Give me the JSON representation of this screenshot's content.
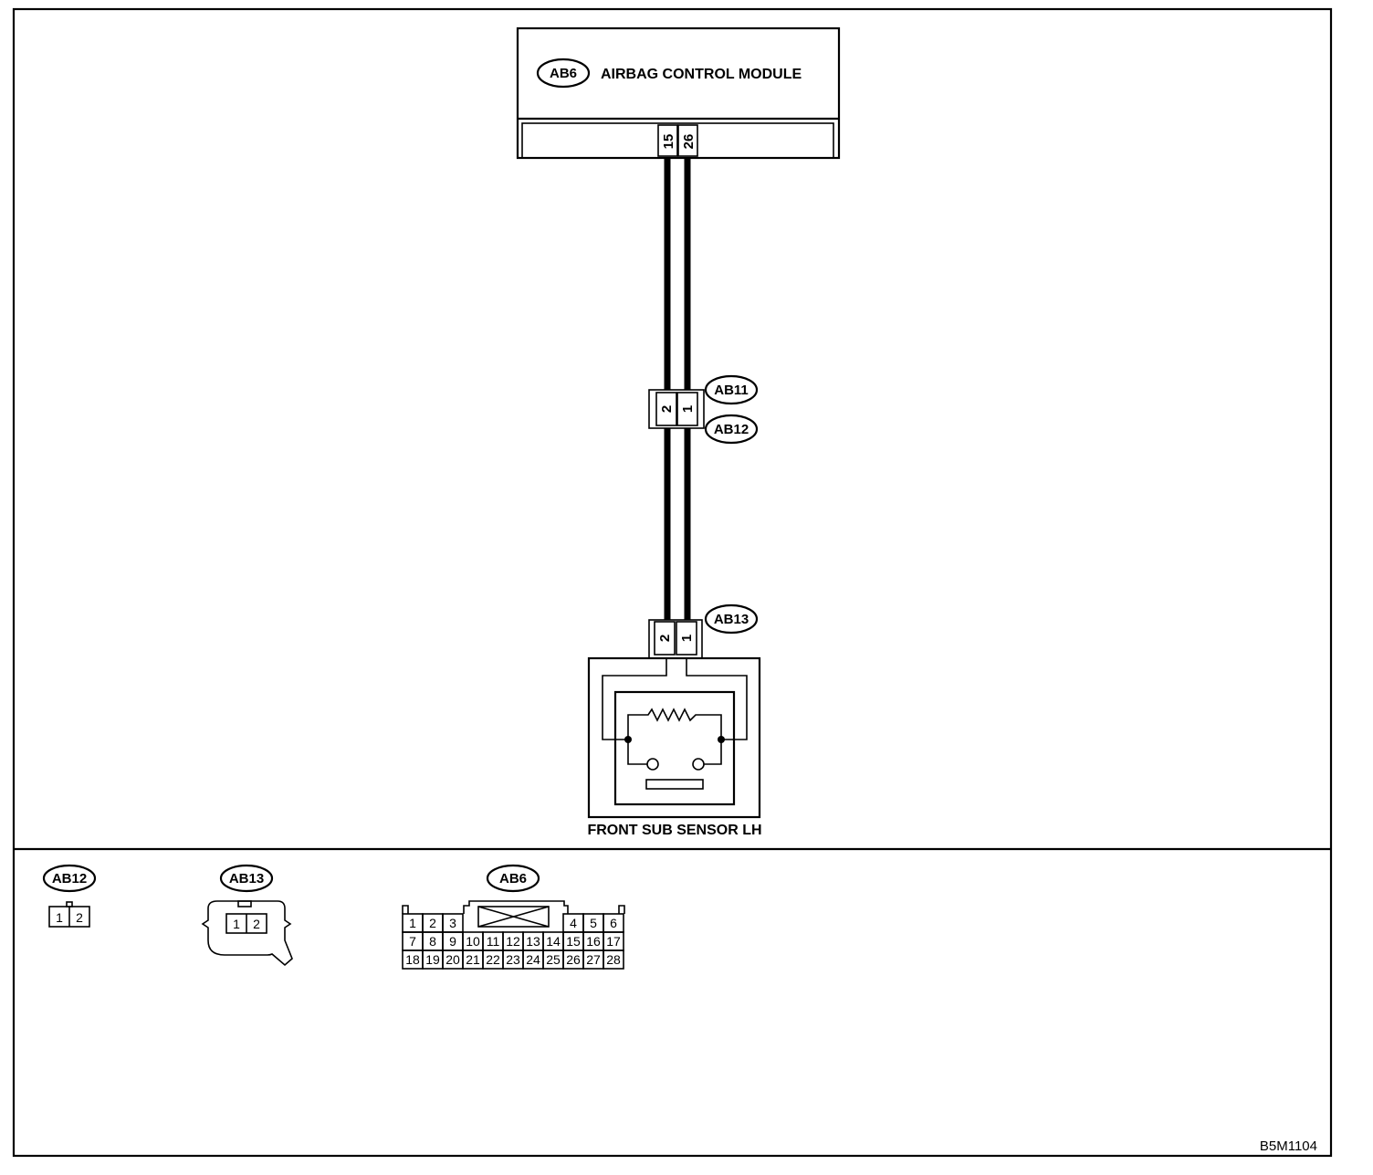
{
  "module": {
    "connector_id": "AB6",
    "name": "AIRBAG CONTROL MODULE",
    "pins": [
      "15",
      "26"
    ]
  },
  "junction": {
    "connector_upper": "AB11",
    "connector_lower": "AB12",
    "pins": [
      "2",
      "1"
    ]
  },
  "sensor": {
    "connector_id": "AB13",
    "pins": [
      "2",
      "1"
    ],
    "name": "FRONT SUB SENSOR LH"
  },
  "legend": {
    "ab12": {
      "id": "AB12",
      "pins": [
        "1",
        "2"
      ]
    },
    "ab13": {
      "id": "AB13",
      "pins": [
        "1",
        "2"
      ]
    },
    "ab6": {
      "id": "AB6",
      "row1_left": [
        "1",
        "2",
        "3"
      ],
      "row1_right": [
        "4",
        "5",
        "6"
      ],
      "row2": [
        "7",
        "8",
        "9",
        "10",
        "11",
        "12",
        "13",
        "14",
        "15",
        "16",
        "17"
      ],
      "row3": [
        "18",
        "19",
        "20",
        "21",
        "22",
        "23",
        "24",
        "25",
        "26",
        "27",
        "28"
      ]
    }
  },
  "figure_code": "B5M1104"
}
